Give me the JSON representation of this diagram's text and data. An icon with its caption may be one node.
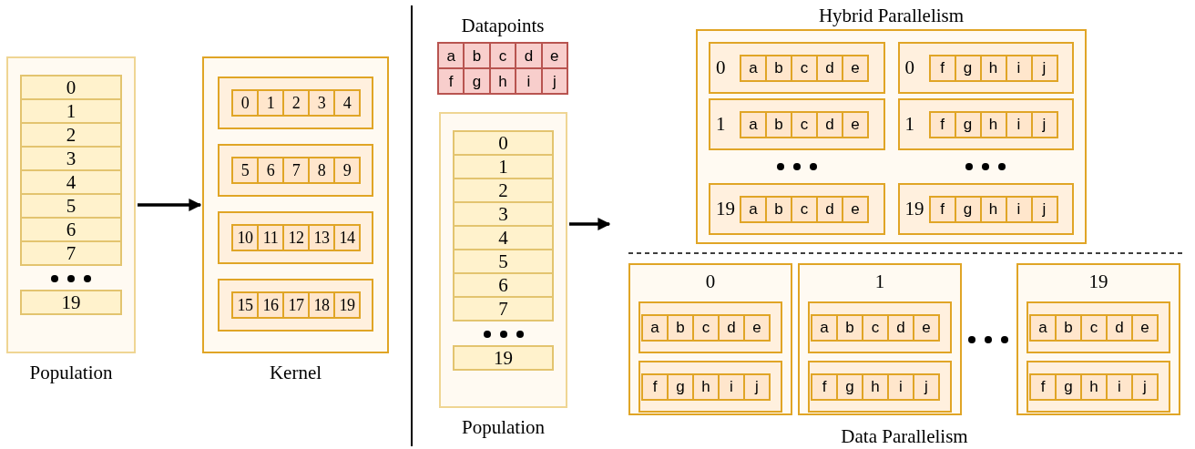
{
  "diagram": {
    "nodes": [
      {
        "text": [
          "Population"
        ]
      },
      {
        "text": [
          "0"
        ],
        "in": 0
      },
      {
        "text": [
          "1"
        ],
        "in": 0
      },
      {
        "text": [
          "2"
        ],
        "in": 0
      },
      {
        "text": [
          "3"
        ],
        "in": 0
      },
      {
        "text": [
          "4"
        ],
        "in": 0
      },
      {
        "text": [
          "5"
        ],
        "in": 0
      },
      {
        "text": [
          "6"
        ],
        "in": 0
      },
      {
        "text": [
          "7"
        ],
        "in": 0
      },
      {
        "text": [
          "19"
        ],
        "in": 0
      },
      {
        "text": [
          "Kernel"
        ]
      },
      {
        "text": [],
        "shape": "box",
        "in": 10
      },
      {
        "text": [
          "0"
        ],
        "in": 11
      },
      {
        "text": [
          "1"
        ],
        "in": 11
      },
      {
        "text": [
          "2"
        ],
        "in": 11
      },
      {
        "text": [
          "3"
        ],
        "in": 11
      },
      {
        "text": [
          "4"
        ],
        "in": 11
      },
      {
        "text": [],
        "shape": "box",
        "in": 10
      },
      {
        "text": [
          "5"
        ],
        "in": 17
      },
      {
        "text": [
          "6"
        ],
        "in": 17
      },
      {
        "text": [
          "7"
        ],
        "in": 17
      },
      {
        "text": [
          "8"
        ],
        "in": 17
      },
      {
        "text": [
          "9"
        ],
        "in": 17
      },
      {
        "text": [],
        "shape": "box",
        "in": 10
      },
      {
        "text": [
          "10"
        ],
        "in": 23
      },
      {
        "text": [
          "11"
        ],
        "in": 23
      },
      {
        "text": [
          "12"
        ],
        "in": 23
      },
      {
        "text": [
          "13"
        ],
        "in": 23
      },
      {
        "text": [
          "14"
        ],
        "in": 23
      },
      {
        "text": [],
        "shape": "box",
        "in": 10
      },
      {
        "text": [
          "15"
        ],
        "in": 29
      },
      {
        "text": [
          "16"
        ],
        "in": 29
      },
      {
        "text": [
          "17"
        ],
        "in": 29
      },
      {
        "text": [
          "18"
        ],
        "in": 29
      },
      {
        "text": [
          "19"
        ],
        "in": 29
      },
      {
        "text": [
          "Datapoints"
        ]
      },
      {
        "text": [
          "a"
        ],
        "in": 35
      },
      {
        "text": [
          "b"
        ],
        "in": 35
      },
      {
        "text": [
          "c"
        ],
        "in": 35
      },
      {
        "text": [
          "d"
        ],
        "in": 35
      },
      {
        "text": [
          "e"
        ],
        "in": 35
      },
      {
        "text": [
          "f"
        ],
        "in": 35
      },
      {
        "text": [
          "g"
        ],
        "in": 35
      },
      {
        "text": [
          "h"
        ],
        "in": 35
      },
      {
        "text": [
          "i"
        ],
        "in": 35
      },
      {
        "text": [
          "j"
        ],
        "in": 35
      },
      {
        "text": [
          "Population"
        ]
      },
      {
        "text": [
          "0"
        ],
        "in": 46
      },
      {
        "text": [
          "1"
        ],
        "in": 46
      },
      {
        "text": [
          "2"
        ],
        "in": 46
      },
      {
        "text": [
          "3"
        ],
        "in": 46
      },
      {
        "text": [
          "4"
        ],
        "in": 46
      },
      {
        "text": [
          "5"
        ],
        "in": 46
      },
      {
        "text": [
          "6"
        ],
        "in": 46
      },
      {
        "text": [
          "7"
        ],
        "in": 46
      },
      {
        "text": [
          "19"
        ],
        "in": 46
      },
      {
        "text": [
          "Hybrid Parallelism"
        ]
      },
      {
        "text": [
          "0"
        ],
        "in": 56
      },
      {
        "text": [
          "a"
        ],
        "in": 57
      },
      {
        "text": [
          "b"
        ],
        "in": 57
      },
      {
        "text": [
          "c"
        ],
        "in": 57
      },
      {
        "text": [
          "d"
        ],
        "in": 57
      },
      {
        "text": [
          "e"
        ],
        "in": 57
      },
      {
        "text": [
          "0"
        ],
        "in": 56
      },
      {
        "text": [
          "f"
        ],
        "in": 63
      },
      {
        "text": [
          "g"
        ],
        "in": 63
      },
      {
        "text": [
          "h"
        ],
        "in": 63
      },
      {
        "text": [
          "i"
        ],
        "in": 63
      },
      {
        "text": [
          "j"
        ],
        "in": 63
      },
      {
        "text": [
          "1"
        ],
        "in": 56
      },
      {
        "text": [
          "a"
        ],
        "in": 69
      },
      {
        "text": [
          "b"
        ],
        "in": 69
      },
      {
        "text": [
          "c"
        ],
        "in": 69
      },
      {
        "text": [
          "d"
        ],
        "in": 69
      },
      {
        "text": [
          "e"
        ],
        "in": 69
      },
      {
        "text": [
          "1"
        ],
        "in": 56
      },
      {
        "text": [
          "f"
        ],
        "in": 75
      },
      {
        "text": [
          "g"
        ],
        "in": 75
      },
      {
        "text": [
          "h"
        ],
        "in": 75
      },
      {
        "text": [
          "i"
        ],
        "in": 75
      },
      {
        "text": [
          "j"
        ],
        "in": 75
      },
      {
        "text": [
          "19"
        ],
        "in": 56
      },
      {
        "text": [
          "a"
        ],
        "in": 81
      },
      {
        "text": [
          "b"
        ],
        "in": 81
      },
      {
        "text": [
          "c"
        ],
        "in": 81
      },
      {
        "text": [
          "d"
        ],
        "in": 81
      },
      {
        "text": [
          "e"
        ],
        "in": 81
      },
      {
        "text": [
          "19"
        ],
        "in": 56
      },
      {
        "text": [
          "f"
        ],
        "in": 87
      },
      {
        "text": [
          "g"
        ],
        "in": 87
      },
      {
        "text": [
          "h"
        ],
        "in": 87
      },
      {
        "text": [
          "i"
        ],
        "in": 87
      },
      {
        "text": [
          "j"
        ],
        "in": 87
      },
      {
        "text": [
          "0"
        ]
      },
      {
        "text": [],
        "shape": "box",
        "in": 93
      },
      {
        "text": [
          "a"
        ],
        "in": 94
      },
      {
        "text": [
          "b"
        ],
        "in": 94
      },
      {
        "text": [
          "c"
        ],
        "in": 94
      },
      {
        "text": [
          "d"
        ],
        "in": 94
      },
      {
        "text": [
          "e"
        ],
        "in": 94
      },
      {
        "text": [],
        "shape": "box",
        "in": 93
      },
      {
        "text": [
          "f"
        ],
        "in": 100
      },
      {
        "text": [
          "g"
        ],
        "in": 100
      },
      {
        "text": [
          "h"
        ],
        "in": 100
      },
      {
        "text": [
          "i"
        ],
        "in": 100
      },
      {
        "text": [
          "j"
        ],
        "in": 100
      },
      {
        "text": [
          "1"
        ]
      },
      {
        "text": [],
        "shape": "box",
        "in": 106
      },
      {
        "text": [
          "a"
        ],
        "in": 107
      },
      {
        "text": [
          "b"
        ],
        "in": 107
      },
      {
        "text": [
          "c"
        ],
        "in": 107
      },
      {
        "text": [
          "d"
        ],
        "in": 107
      },
      {
        "text": [
          "e"
        ],
        "in": 107
      },
      {
        "text": [],
        "shape": "box",
        "in": 106
      },
      {
        "text": [
          "f"
        ],
        "in": 113
      },
      {
        "text": [
          "g"
        ],
        "in": 113
      },
      {
        "text": [
          "h"
        ],
        "in": 113
      },
      {
        "text": [
          "i"
        ],
        "in": 113
      },
      {
        "text": [
          "j"
        ],
        "in": 113
      },
      {
        "text": [
          "19"
        ]
      },
      {
        "text": [],
        "shape": "box",
        "in": 119
      },
      {
        "text": [
          "a"
        ],
        "in": 120
      },
      {
        "text": [
          "b"
        ],
        "in": 120
      },
      {
        "text": [
          "c"
        ],
        "in": 120
      },
      {
        "text": [
          "d"
        ],
        "in": 120
      },
      {
        "text": [
          "e"
        ],
        "in": 120
      },
      {
        "text": [],
        "shape": "box",
        "in": 119
      },
      {
        "text": [
          "f"
        ],
        "in": 126
      },
      {
        "text": [
          "g"
        ],
        "in": 126
      },
      {
        "text": [
          "h"
        ],
        "in": 126
      },
      {
        "text": [
          "i"
        ],
        "in": 126
      },
      {
        "text": [
          "j"
        ],
        "in": 126
      }
    ],
    "edges": [
      {
        "from": 0,
        "to": 10,
        "arrow": "to"
      },
      {
        "from": 46,
        "to": null,
        "arrow": "to"
      }
    ],
    "labels": [
      "Data Parallelism"
    ]
  }
}
